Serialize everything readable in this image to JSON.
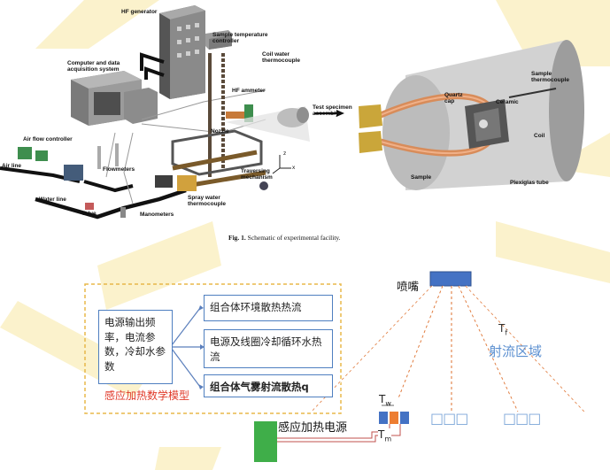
{
  "figure": {
    "labels": {
      "hf_generator": "HF generator",
      "sample_temp_controller": "Sample temperature\ncontroller",
      "coil_water_thermocouple": "Coil water\nthermocouple",
      "computer_daq": "Computer and data\nacquisition system",
      "hf_ammeter": "HF ammeter",
      "test_specimen_assembly": "Test specimen\nassembly",
      "nozzle": "Nozzle",
      "air_flow_controller": "Air flow controller",
      "air_line": "Air line",
      "flowmeters": "Flowmeters",
      "traversing_mechanism": "Traversing\nmechanism",
      "spray_water_thermocouple": "Spray water\nthermocouple",
      "water_line": "Water line",
      "valve": "Valve",
      "manometers": "Manometers",
      "axis_x": "x",
      "axis_z": "z",
      "quartz_cap": "Quartz\ncap",
      "ceramic": "Ceramic",
      "sample_thermocouple": "Sample\nthermocouple",
      "coil": "Coil",
      "sample": "Sample",
      "plexiglas_tube": "Plexiglas tube"
    },
    "caption_num": "Fig. 1.",
    "caption_text": " Schematic of experimental facility."
  },
  "model": {
    "inputs": "电源输出频率，电流参数，冷却水参数",
    "outputs": [
      "组合体环境散热热流",
      "电源及线圈冷却循环水热流",
      "组合体气雾射流散热q"
    ],
    "title": "感应加热数学模型"
  },
  "jet": {
    "nozzle_label": "喷嘴",
    "tf_main": "T",
    "tf_sub": "f",
    "region_label": "射流区域",
    "tw_main": "T",
    "tw_sub": "w",
    "tm_main": "T",
    "tm_sub": "m",
    "power_label": "感应加热电源",
    "placeholder_1": "□□□",
    "placeholder_2": "□□□"
  },
  "colors": {
    "box_border": "#4f7fc0",
    "dashed": "#e8b84a",
    "nozzle": "#4472c4",
    "power": "#3fae49",
    "ray": "#e0793a",
    "title_red": "#e03a2a",
    "region_blue": "#5b8fd0"
  }
}
